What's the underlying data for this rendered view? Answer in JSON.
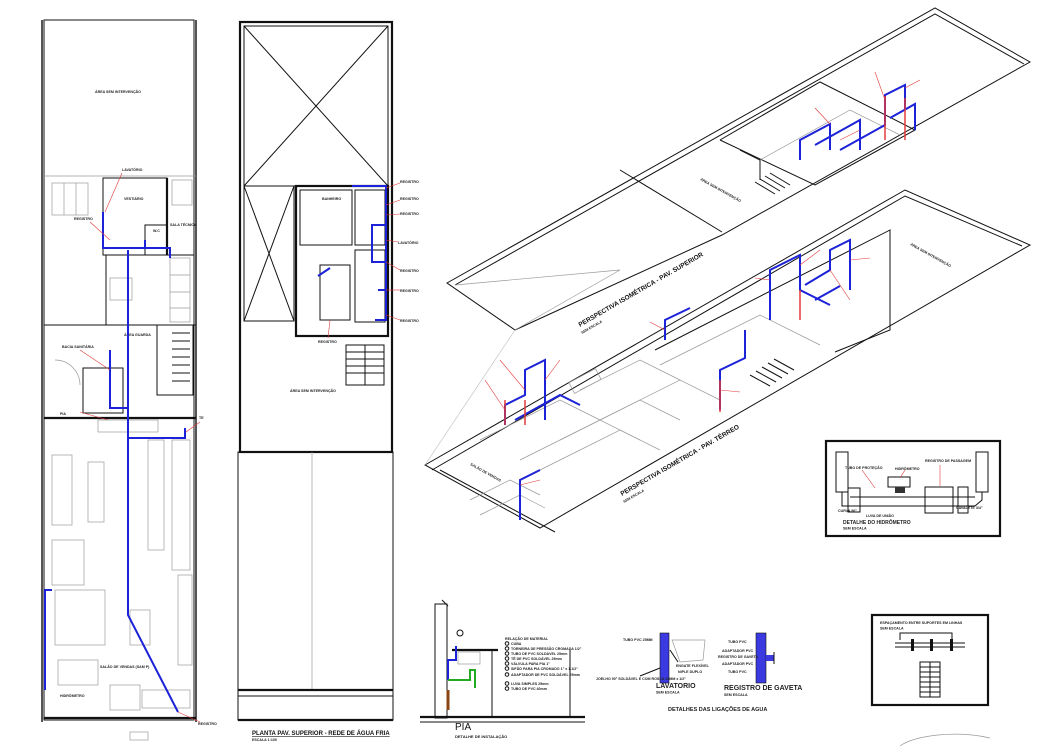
{
  "colors": {
    "pipe": "#1c22d8",
    "leader": "#e23a3a",
    "wall": "#111111",
    "furniture": "#9a9a9a",
    "drain": "#22aa22"
  },
  "ground_plan": {
    "rooms": {
      "no_work_area": "ÁREA SEM INTERVENÇÃO",
      "locker_room": "VESTIÁRIO",
      "wc": "W.C",
      "tech_room": "SALA TÉCNICA",
      "storage": "ÁREA GUARDA",
      "sales_floor": "SALÃO DE VENDAS (SAM P)",
      "meter": "HIDRÔMETRO"
    },
    "callouts": [
      "LAVATÓRIO",
      "REGISTRO",
      "BACIA SANITÁRIA",
      "PIA",
      "TE",
      "REGISTRO"
    ]
  },
  "upper_plan": {
    "title": "PLANTA PAV. SUPERIOR - REDE DE ÁGUA FRIA",
    "scale": "ESCALA 1:100",
    "rooms": {
      "no_work_area": "ÁREA SEM INTERVENÇÃO",
      "bath": "BANHEIRO"
    },
    "callouts": [
      "REGISTRO",
      "REGISTRO",
      "REGISTRO",
      "LAVATÓRIO",
      "REGISTRO",
      "REGISTRO",
      "REGISTRO",
      "REGISTRO"
    ]
  },
  "iso_upper": {
    "title": "PERSPECTIVA ISOMÉTRICA - PAV. SUPERIOR",
    "scale": "SEM ESCALA",
    "area": "ÁREA SEM INTERVENÇÃO"
  },
  "iso_ground": {
    "title": "PERSPECTIVA ISOMÉTRICA - PAV. TÉRREO",
    "scale": "SEM ESCALA",
    "area": "ÁREA SEM INTERVENÇÃO",
    "tag": "SALÃO DE VENDAS"
  },
  "meter_detail": {
    "title": "DETALHE DO HIDRÔMETRO",
    "scale": "SEM ESCALA",
    "labels": [
      "TUBO DE PROTEÇÃO",
      "HIDRÔMETRO",
      "REGISTRO DE PASSAGEM",
      "LUVA DE UNIÃO",
      "CURVA 90°",
      "CAVALETE 3/4\""
    ]
  },
  "pia_detail": {
    "title": "PIA",
    "subtitle": "DETALHE DE INSTALAÇÃO",
    "legend_title": "RELAÇÃO DE MATERIAL",
    "items": [
      "CUBA",
      "TORNEIRA DE PRESSÃO CROMADA 1/2\"",
      "TUBO DE PVC SOLDÁVEL 25mm",
      "TÊ DE PVC SOLDÁVEL 25mm",
      "VÁLVULA PARA PIA 1\"",
      "SIFÃO PARA PIA CROMADO 1\" x 1.1/2\"",
      "ADAPTADOR DE PVC SOLDÁVEL 25mm",
      "LUVA SIMPLES 25mm",
      "TUBO DE PVC 40mm"
    ]
  },
  "connections_detail": {
    "title": "DETALHES DAS LIGAÇÕES DE AGUA",
    "lavatory": {
      "title": "LAVATORIO",
      "scale": "SEM ESCALA",
      "labels": [
        "TUBO PVC 25MM",
        "JOELHO 90° SOLDÁVEL E COM ROSCA 25MM x 1/2\"",
        "ENGATE FLEXÍVEL",
        "NIPLE DUPLO"
      ]
    },
    "valve": {
      "title": "REGISTRO DE GAVETA",
      "scale": "SEM ESCALA",
      "labels": [
        "TUBO PVC",
        "ADAPTADOR PVC",
        "REGISTRO DE GAVETA",
        "ADAPTADOR PVC",
        "TUBO PVC"
      ]
    }
  },
  "support_detail": {
    "title": "ESPAÇAMENTO ENTRE SUPORTES EM LINHAS",
    "scale": "SEM ESCALA"
  }
}
